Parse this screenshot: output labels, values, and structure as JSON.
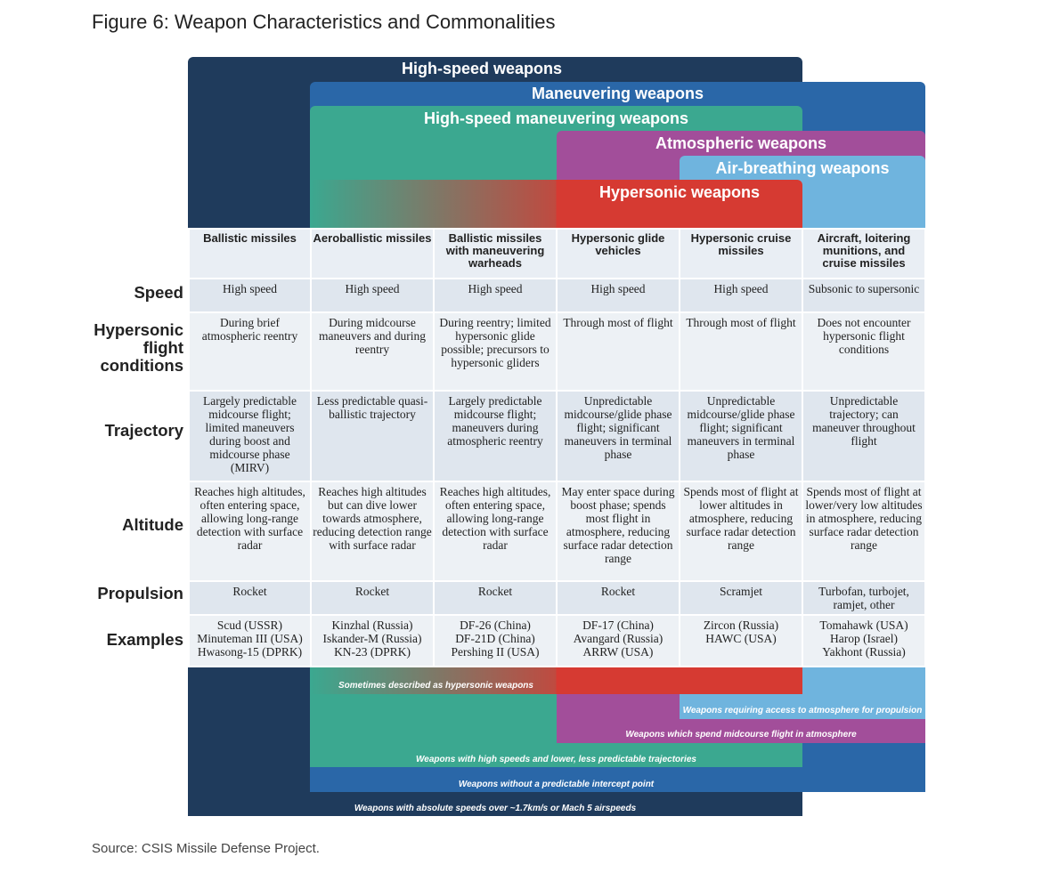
{
  "figure_title": "Figure 6: Weapon Characteristics and Commonalities",
  "source": "Source: CSIS Missile Defense Project.",
  "bands": {
    "high_speed": "High-speed weapons",
    "maneuvering": "Maneuvering weapons",
    "high_speed_maneuvering": "High-speed maneuvering weapons",
    "atmospheric": "Atmospheric weapons",
    "air_breathing": "Air-breathing weapons",
    "hypersonic": "Hypersonic weapons"
  },
  "colors": {
    "high_speed": "#1f3b5c",
    "maneuvering": "#2a67a8",
    "high_speed_maneuvering": "#3ba890",
    "atmospheric": "#a24e9a",
    "air_breathing": "#6fb4de",
    "hypersonic": "#d63a32"
  },
  "columns": [
    "Ballistic missiles",
    "Aeroballistic missiles",
    "Ballistic missiles with maneuvering warheads",
    "Hypersonic glide vehicles",
    "Hypersonic cruise missiles",
    "Aircraft, loitering munitions, and cruise missiles"
  ],
  "rows": [
    {
      "label": "Speed",
      "cells": [
        "High speed",
        "High speed",
        "High speed",
        "High speed",
        "High speed",
        "Subsonic to supersonic"
      ]
    },
    {
      "label": "Hypersonic flight conditions",
      "cells": [
        "During brief atmospheric reentry",
        "During midcourse maneuvers and during reentry",
        "During reentry; limited hypersonic glide possible; precursors to hypersonic gliders",
        "Through most of flight",
        "Through most of flight",
        "Does not encounter hypersonic flight conditions"
      ]
    },
    {
      "label": "Trajectory",
      "cells": [
        "Largely predictable midcourse flight; limited maneuvers during boost and midcourse phase (MIRV)",
        "Less predictable quasi-ballistic trajectory",
        "Largely predictable midcourse flight; maneuvers during atmospheric reentry",
        "Unpredictable midcourse/glide phase flight; significant maneuvers in terminal phase",
        "Unpredictable midcourse/glide phase flight; significant maneuvers in terminal phase",
        "Unpredictable trajectory; can maneuver throughout flight"
      ]
    },
    {
      "label": "Altitude",
      "cells": [
        "Reaches high altitudes, often entering space, allowing long-range detection with surface radar",
        "Reaches high altitudes but can dive lower towards atmosphere, reducing detection range with surface radar",
        "Reaches high altitudes, often entering space, allowing long-range detection with surface radar",
        "May enter space during boost phase; spends most flight in atmosphere, reducing surface radar detection range",
        "Spends most of flight at lower altitudes in atmosphere, reducing surface radar detection range",
        "Spends most of flight at lower/very low altitudes in atmosphere, reducing surface radar detection range"
      ]
    },
    {
      "label": "Propulsion",
      "cells": [
        "Rocket",
        "Rocket",
        "Rocket",
        "Rocket",
        "Scramjet",
        "Turbofan, turbojet, ramjet, other"
      ]
    },
    {
      "label": "Examples",
      "cells": [
        "Scud (USSR)\nMinuteman III (USA)\nHwasong-15 (DPRK)",
        "Kinzhal (Russia)\nIskander-M (Russia)\nKN-23 (DPRK)",
        "DF-26 (China)\nDF-21D (China)\nPershing II (USA)",
        "DF-17 (China)\nAvangard (Russia)\nARRW (USA)",
        "Zircon (Russia)\nHAWC (USA)",
        "Tomahawk (USA)\nHarop (Israel)\nYakhont (Russia)"
      ]
    }
  ],
  "footnotes": {
    "hypersonic": "Sometimes described as hypersonic weapons",
    "air_breathing": "Weapons requiring access to atmosphere for propulsion",
    "atmospheric": "Weapons which spend midcourse flight in atmosphere",
    "high_speed_maneuvering": "Weapons with high speeds and lower, less predictable trajectories",
    "maneuvering": "Weapons without a predictable intercept point",
    "high_speed": "Weapons with absolute speeds over ~1.7km/s or Mach 5 airspeeds"
  }
}
